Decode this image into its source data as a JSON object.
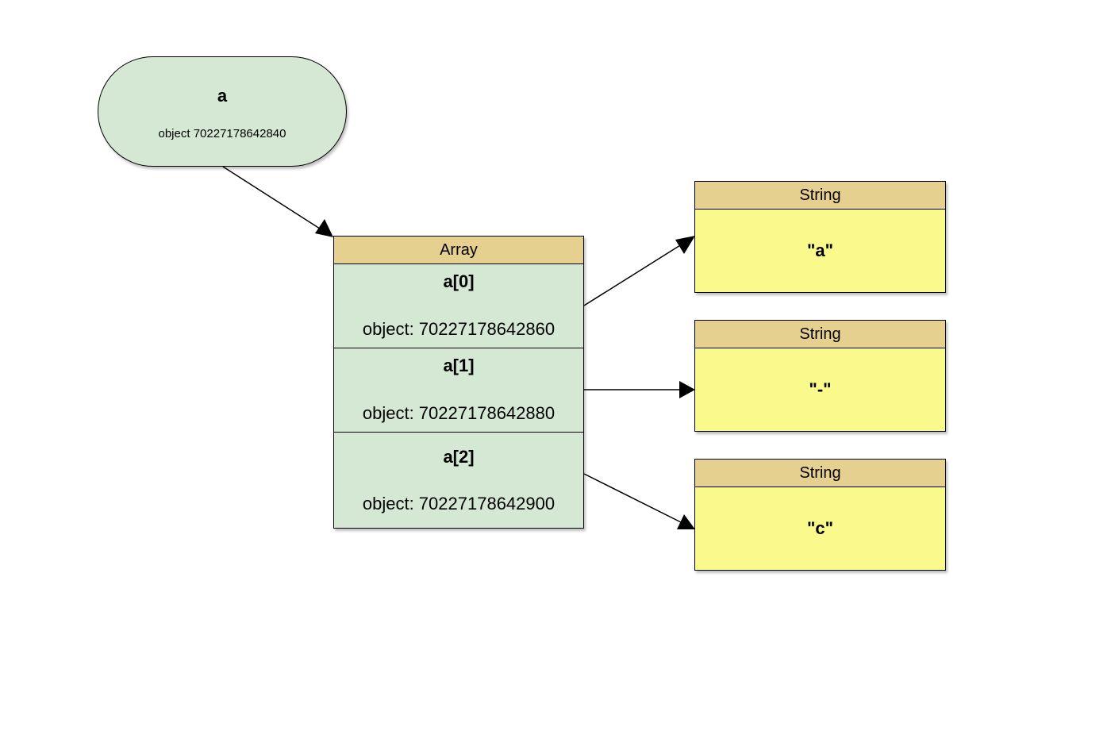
{
  "variable": {
    "name": "a",
    "ref": "object 70227178642840"
  },
  "array": {
    "header": "Array",
    "elements": [
      {
        "label": "a[0]",
        "ref": "object: 70227178642860"
      },
      {
        "label": "a[1]",
        "ref": "object: 70227178642880"
      },
      {
        "label": "a[2]",
        "ref": "object: 70227178642900"
      }
    ]
  },
  "strings": [
    {
      "header": "String",
      "value": "\"a\""
    },
    {
      "header": "String",
      "value": "\"-\""
    },
    {
      "header": "String",
      "value": "\"c\""
    }
  ],
  "colors": {
    "variable_fill": "#d5e8d4",
    "array_fill": "#d5e8d4",
    "header_fill": "#e6d08f",
    "string_fill": "#fafa8c",
    "stroke": "#000000"
  }
}
